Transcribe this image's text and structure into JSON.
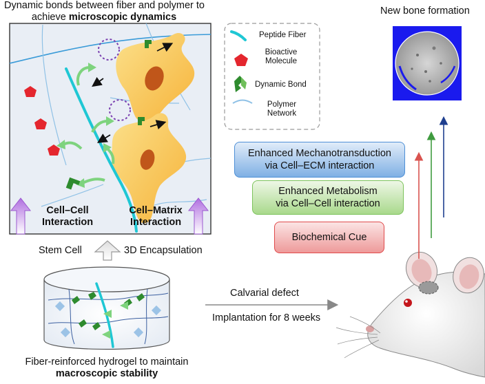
{
  "top_panel": {
    "title_line1": "Dynamic bonds between fiber and polymer to",
    "title_line2_prefix": "achieve ",
    "title_line2_bold": "microscopic dynamics",
    "label_left_1": "Cell–Cell",
    "label_left_2": "Interaction",
    "label_right_1": "Cell–Matrix",
    "label_right_2": "Interaction"
  },
  "legend": {
    "items": [
      {
        "label": "Peptide Fiber",
        "icon": "peptide-fiber-icon"
      },
      {
        "label": "Bioactive\nMolecule",
        "icon": "bioactive-molecule-icon"
      },
      {
        "label": "Dynamic Bond",
        "icon": "dynamic-bond-icon"
      },
      {
        "label": "Polymer\nNetwork",
        "icon": "polymer-network-icon"
      }
    ]
  },
  "middle": {
    "stem_cell": "Stem Cell",
    "encapsulation": "3D Encapsulation"
  },
  "bottom": {
    "caption_line1": "Fiber-reinforced hydrogel to maintain",
    "caption_line2": "macroscopic stability",
    "arrow_top": "Calvarial defect",
    "arrow_bottom": "Implantation for 8 weeks"
  },
  "right": {
    "bone_title": "New bone formation",
    "cues": [
      {
        "line1": "Enhanced Mechanotransduction",
        "line2": "via Cell–ECM  interaction",
        "color": "#4d8fd6"
      },
      {
        "line1": "Enhanced Metabolism",
        "line2": "via Cell–Cell  interaction",
        "color": "#7cc35b"
      },
      {
        "line1": "Biochemical Cue",
        "line2": "",
        "color": "#e0494a"
      }
    ]
  },
  "colors": {
    "fiber": "#1fc7d4",
    "bioactive": "#e4262e",
    "bond": "#2e8b2e",
    "cell": "#f7c04a",
    "nucleus": "#c0561a",
    "bone_bg": "#1a1aee"
  }
}
